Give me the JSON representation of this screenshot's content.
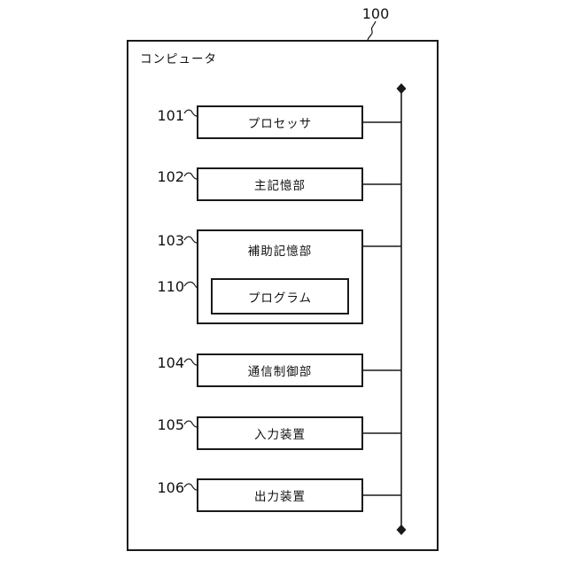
{
  "diagram": {
    "type": "block-diagram",
    "outer_ref": "100",
    "outer_title": "コンピュータ",
    "line_color": "#1a1a1a",
    "background_color": "#ffffff",
    "components": [
      {
        "ref": "101",
        "name": "プロセッサ"
      },
      {
        "ref": "102",
        "name": "主記憶部"
      },
      {
        "ref": "103",
        "name": "補助記憶部"
      },
      {
        "ref": "110",
        "name": "プログラム",
        "nested_in": "103"
      },
      {
        "ref": "104",
        "name": "通信制御部"
      },
      {
        "ref": "105",
        "name": "入力装置"
      },
      {
        "ref": "106",
        "name": "出力装置"
      }
    ]
  }
}
